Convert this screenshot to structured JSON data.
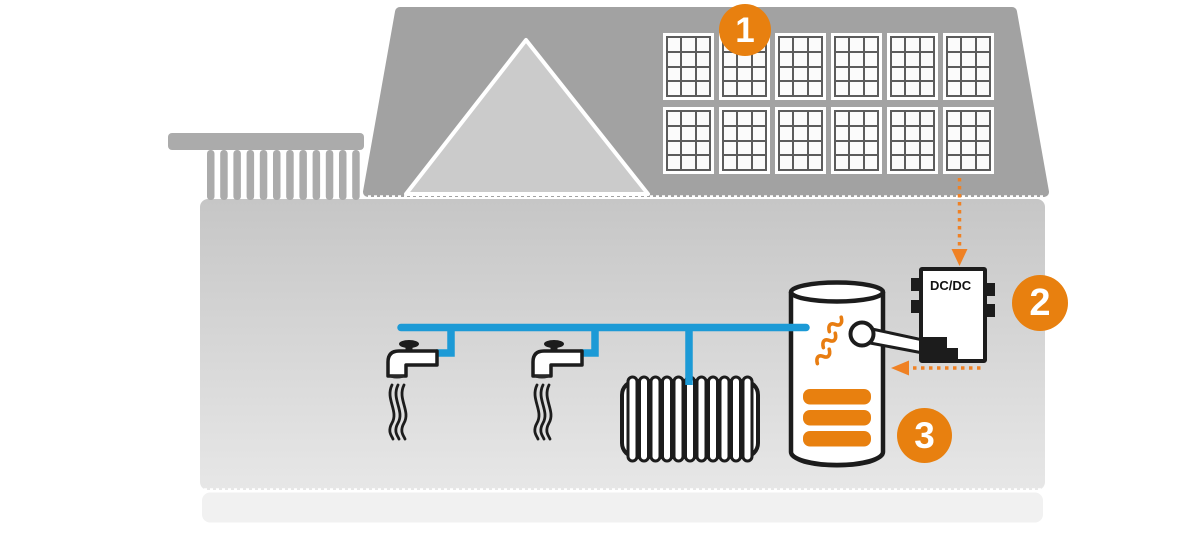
{
  "diagram": {
    "title_hidden": "",
    "markers": [
      {
        "label": "1",
        "component": "solar-panel-array"
      },
      {
        "label": "2",
        "component": "dc-dc-converter"
      },
      {
        "label": "3",
        "component": "hot-water-tank"
      }
    ],
    "converter": {
      "label": "DC/DC"
    },
    "solar_array": {
      "rows": 2,
      "columns": 6,
      "cell_rows": 4,
      "cell_columns": 3
    },
    "radiator": {
      "fins": 11
    },
    "railing": {
      "posts": 12
    },
    "icons": [
      "solar-panel-array",
      "dc-dc-converter-box",
      "hot-water-tank",
      "heating-element-bands",
      "heat-waves-icon",
      "temperature-sensor-icon",
      "faucet-icon",
      "radiator-icon",
      "down-arrow-dotted-icon",
      "left-arrow-dotted-icon"
    ],
    "colors": {
      "accent_orange": "#e8800f",
      "arrow_orange": "#ef8124",
      "pipe_blue": "#1c9ad6",
      "outline_black": "#1c1c1c",
      "roof_gray": "#a2a2a2",
      "gable_gray": "#cbcbcb",
      "house_gray_top": "#c6c6c6",
      "house_gray_bottom": "#e7e7e7",
      "footer_gray": "#f1f1f1",
      "railing_gray": "#ababab"
    }
  }
}
